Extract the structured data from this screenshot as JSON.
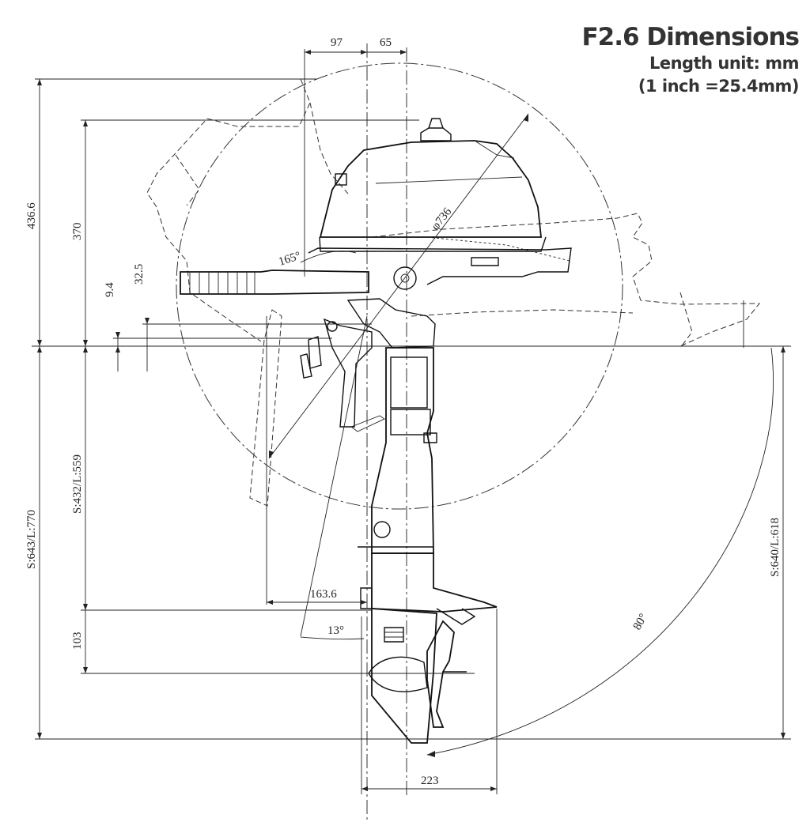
{
  "title": {
    "main": "F2.6 Dimensions",
    "unit": "Length unit: mm",
    "conversion": "(1 inch =25.4mm)"
  },
  "dimensions": {
    "top_97": "97",
    "top_65": "65",
    "height_436_6": "436.6",
    "height_370": "370",
    "height_32_5": "32.5",
    "height_9_4": "9.4",
    "angle_165": "165°",
    "diameter_736": "φ736",
    "shaft_s432_l559": "S:432/L:559",
    "shaft_s643_l770": "S:643/L:770",
    "shaft_s640_l618": "S:640/L:618",
    "depth_103": "103",
    "offset_163_6": "163.6",
    "angle_13": "13°",
    "angle_80": "80°",
    "width_223": "223"
  }
}
